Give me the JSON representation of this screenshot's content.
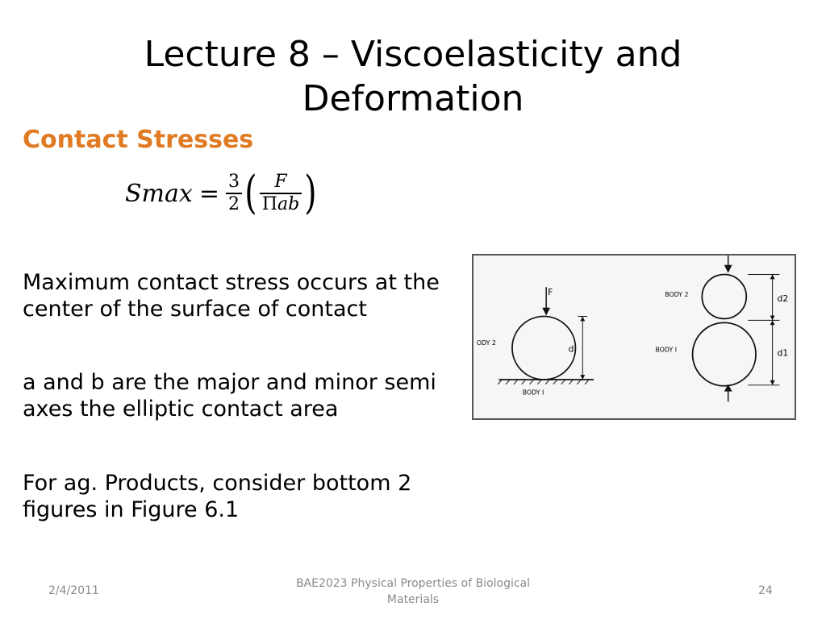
{
  "slide": {
    "title": "Lecture 8 – Viscoelasticity and Deformation",
    "subtitle": "Contact Stresses",
    "formula": {
      "lhs": "Smax",
      "eq": "=",
      "frac1_num": "3",
      "frac1_den": "2",
      "paren_open": "(",
      "frac2_num": "F",
      "frac2_den_pi": "Π",
      "frac2_den_rest": "ab",
      "paren_close": ")"
    },
    "paragraphs": [
      "Maximum contact stress occurs at the center of the surface of contact",
      "a and b are the major and minor semi axes the elliptic contact area",
      "For ag. Products, consider bottom 2 figures in Figure 6.1"
    ],
    "figure": {
      "force_label": "F",
      "body2_left": "ODY 2",
      "body1_left": "BODY I",
      "d_left": "d",
      "body2_right": "BODY 2",
      "body1_right": "BODY I",
      "d2": "d2",
      "d1": "d1"
    }
  },
  "footer": {
    "date": "2/4/2011",
    "course": "BAE2023 Physical Properties of Biological Materials",
    "page": "24"
  }
}
